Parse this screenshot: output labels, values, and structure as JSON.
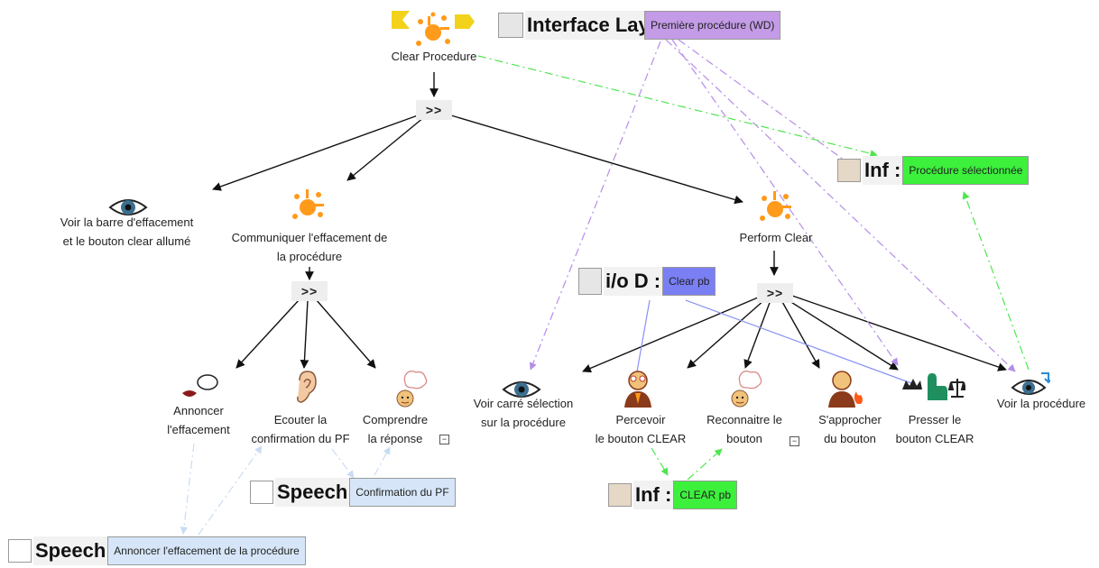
{
  "nodes": {
    "clear_procedure": "Clear Procedure",
    "voir_barre": [
      "Voir la barre d'effacement",
      "et le bouton clear allumé"
    ],
    "communiquer": [
      "Communiquer l'effacement de",
      "la procédure"
    ],
    "perform_clear": "Perform Clear",
    "annoncer": [
      "Annoncer",
      "l'effacement"
    ],
    "ecouter": [
      "Ecouter la",
      "confirmation du PF"
    ],
    "comprendre": [
      "Comprendre",
      "la réponse"
    ],
    "voir_carre": [
      "Voir carré sélection",
      "sur la procédure"
    ],
    "percevoir": [
      "Percevoir",
      "le bouton CLEAR"
    ],
    "reconnaitre": [
      "Reconnaitre le",
      "bouton"
    ],
    "approcher": [
      "S'approcher",
      "du bouton"
    ],
    "presser": [
      "Presser le",
      "bouton CLEAR"
    ],
    "voir_procedure": "Voir la procédure"
  },
  "operators": {
    "seq": ">>"
  },
  "objects": {
    "interface": {
      "kind": "Interface Lay",
      "value": "Première procédure (WD)"
    },
    "inf_top": {
      "kind": "Inf :",
      "value": "Procédure sélectionnée"
    },
    "io": {
      "kind": "i/o D :",
      "value": "Clear pb"
    },
    "inf_bottom": {
      "kind": "Inf :",
      "value": "CLEAR pb"
    },
    "speech_mid": {
      "kind": "Speech",
      "value": "Confirmation du PF"
    },
    "speech_bottom": {
      "kind": "Speech",
      "value": "Annoncer l'effacement de la procédure"
    }
  },
  "collapse_glyph": "−",
  "colors": {
    "interface_value_bg": "#c39be6",
    "inf_value_bg": "#3cf03c",
    "io_value_bg": "#7b7ff4",
    "speech_value_bg": "#d6e6f8",
    "interface_link": "#b58de6",
    "inf_link": "#4ee64e",
    "io_link": "#8891f2",
    "speech_link": "#c8dcf4",
    "task_icon": "#ff9a1a"
  },
  "icons": [
    "task-splash-icon",
    "eye-icon",
    "ear-icon",
    "mouth-speech-icon",
    "thinking-head-icon",
    "user-icon",
    "hand-press-icon",
    "fire-icon",
    "speech-bubble-icon"
  ]
}
